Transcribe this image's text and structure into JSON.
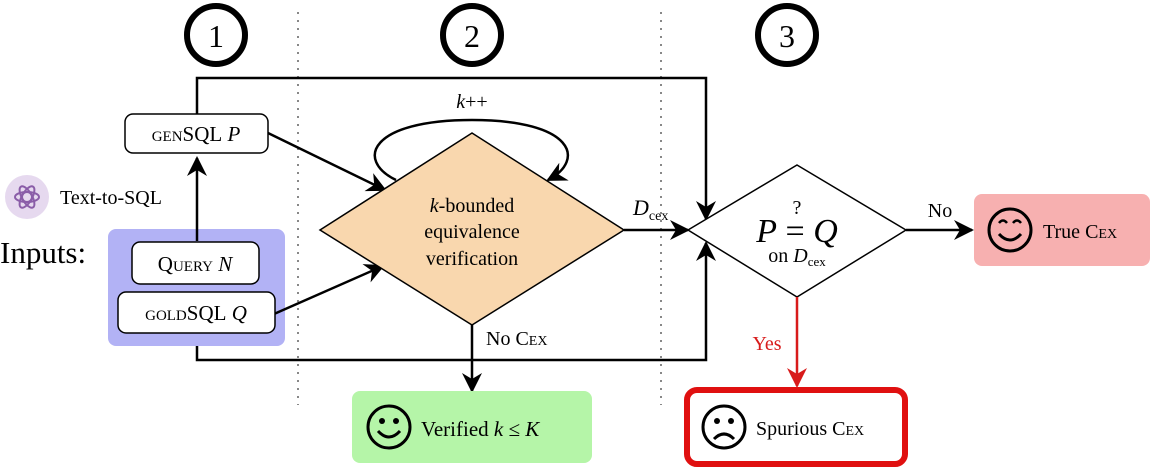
{
  "steps": {
    "one": "1",
    "two": "2",
    "three": "3"
  },
  "inputs": {
    "openai_label": "Text-to-SQL",
    "title": "Inputs:",
    "gensql_prefix": "genSQL",
    "gensql_var": "P",
    "query_prefix": "Query",
    "query_var": "N",
    "goldsql_prefix": "goldSQL",
    "goldsql_var": "Q"
  },
  "verifier": {
    "loop_label_k": "k",
    "loop_label_op": "++",
    "line1_k": "k",
    "line1_rest": "-bounded",
    "line2": "equivalence",
    "line3": "verification"
  },
  "edges": {
    "dcex_main": "D",
    "dcex_sub": "cex",
    "no_cex_prefix": "No",
    "no_cex_word": "Cex",
    "no_label": "No",
    "yes_label": "Yes"
  },
  "check": {
    "lhs": "P",
    "rel": "=",
    "question": "?",
    "rhs": "Q",
    "on_word": "on",
    "d_main": "D",
    "d_sub": "cex"
  },
  "outcomes": {
    "verified_word": "Verified",
    "verified_k": "k",
    "verified_le": "≤",
    "verified_K": "K",
    "true_prefix": "True",
    "true_word": "Cex",
    "spurious_prefix": "Spurious",
    "spurious_word": "Cex"
  },
  "colors": {
    "diamond_fill": "#F9D7AE",
    "inputs_fill": "#B2B2F5",
    "verified_fill": "#B5F5A8",
    "true_fill": "#F7B0B0",
    "spurious_border": "#E01010",
    "yes_red": "#D81B1B"
  },
  "icons": {
    "openai": "openai-logo-icon",
    "happy": "smiley-face-icon",
    "sad": "frowning-face-icon"
  }
}
